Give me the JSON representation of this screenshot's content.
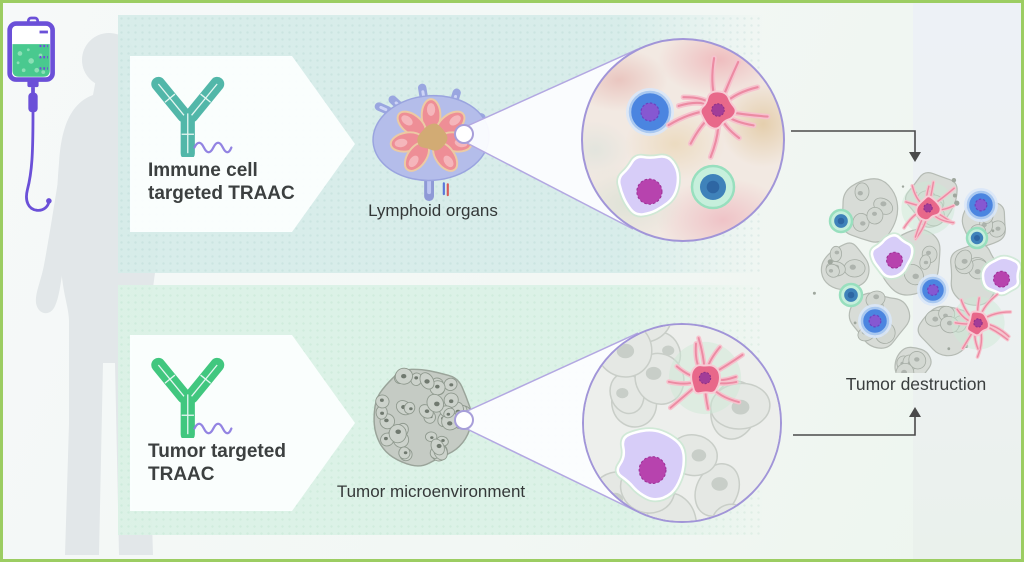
{
  "figure": {
    "rows": [
      {
        "label_line1": "Immune cell",
        "label_line2": "targeted TRAAC",
        "target_label": "Lymphoid organs"
      },
      {
        "label_line1": "Tumor targeted",
        "label_line2": "TRAAC",
        "target_label": "Tumor microenvironment"
      }
    ],
    "outcome_label": "Tumor destruction",
    "colors": {
      "frame_green": "#9ccd62",
      "immune_antibody_teal": "#52b7a9",
      "tumor_antibody_green": "#41c77f",
      "rna_strand_purple": "#8d7de0",
      "magnifier_purple": "#a195d8",
      "iv_bag_purple": "#6b50d8",
      "iv_fluid_green": "#49c98f",
      "arrow_gray": "#4a4a4a"
    }
  }
}
